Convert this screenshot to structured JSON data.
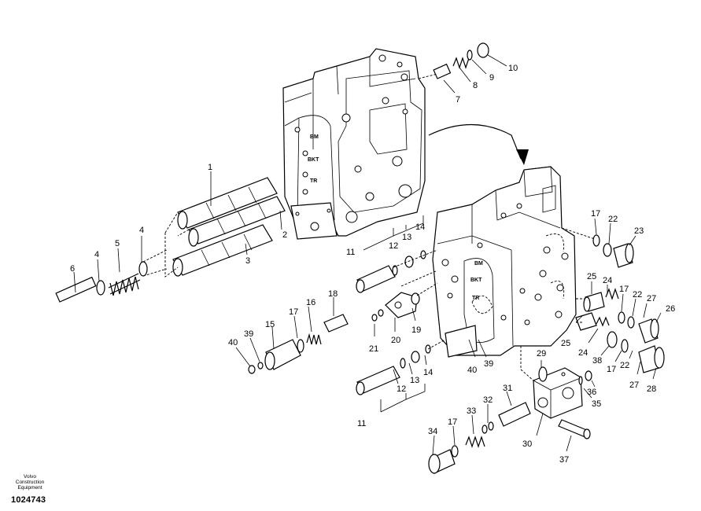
{
  "diagram": {
    "callouts": [
      "1",
      "2",
      "3",
      "4",
      "4",
      "5",
      "6",
      "7",
      "8",
      "9",
      "10",
      "11",
      "12",
      "13",
      "14",
      "17",
      "22",
      "23",
      "25",
      "24",
      "17",
      "22",
      "27",
      "26",
      "16",
      "18",
      "15",
      "17",
      "39",
      "40",
      "21",
      "20",
      "19",
      "25",
      "24",
      "38",
      "17",
      "22",
      "27",
      "28",
      "29",
      "36",
      "35",
      "11",
      "12",
      "13",
      "14",
      "40",
      "39",
      "31",
      "32",
      "33",
      "17",
      "34",
      "30",
      "37"
    ],
    "block_marks": {
      "upper": [
        "BM",
        "BKT",
        "TR"
      ],
      "lower": [
        "BM",
        "BKT",
        "TR"
      ]
    }
  },
  "caption": {
    "brand_line1": "Volvo Construction",
    "brand_line2": "Equipment",
    "part_number": "1024743"
  }
}
